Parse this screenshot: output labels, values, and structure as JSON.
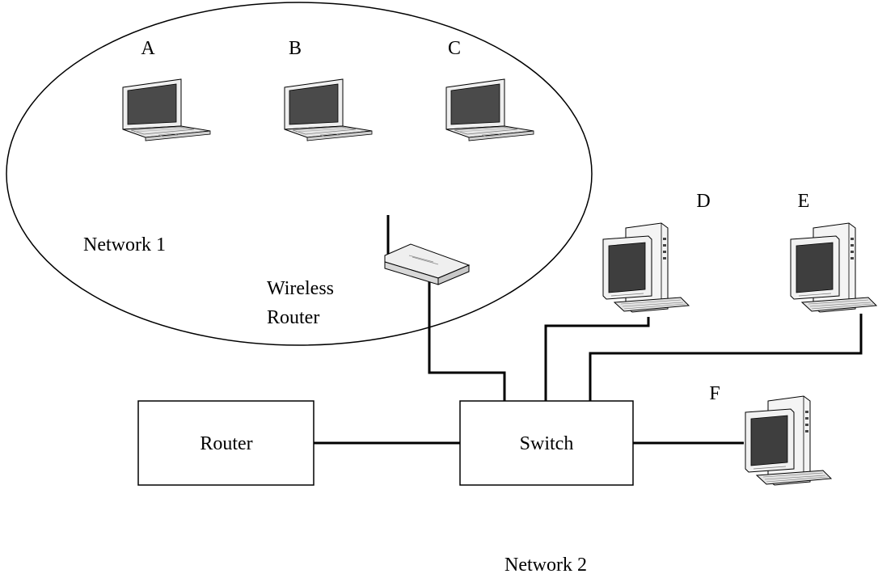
{
  "network1": {
    "label": "Network 1"
  },
  "network2": {
    "label": "Network 2"
  },
  "wireless_router": {
    "label_line1": "Wireless",
    "label_line2": "Router"
  },
  "router": {
    "label": "Router"
  },
  "switch": {
    "label": "Switch"
  },
  "laptops": [
    {
      "label": "A",
      "icon": "laptop-icon"
    },
    {
      "label": "B",
      "icon": "laptop-icon"
    },
    {
      "label": "C",
      "icon": "laptop-icon"
    }
  ],
  "desktops": [
    {
      "label": "D",
      "icon": "desktop-computer-icon"
    },
    {
      "label": "E",
      "icon": "desktop-computer-icon"
    },
    {
      "label": "F",
      "icon": "desktop-computer-icon"
    }
  ]
}
